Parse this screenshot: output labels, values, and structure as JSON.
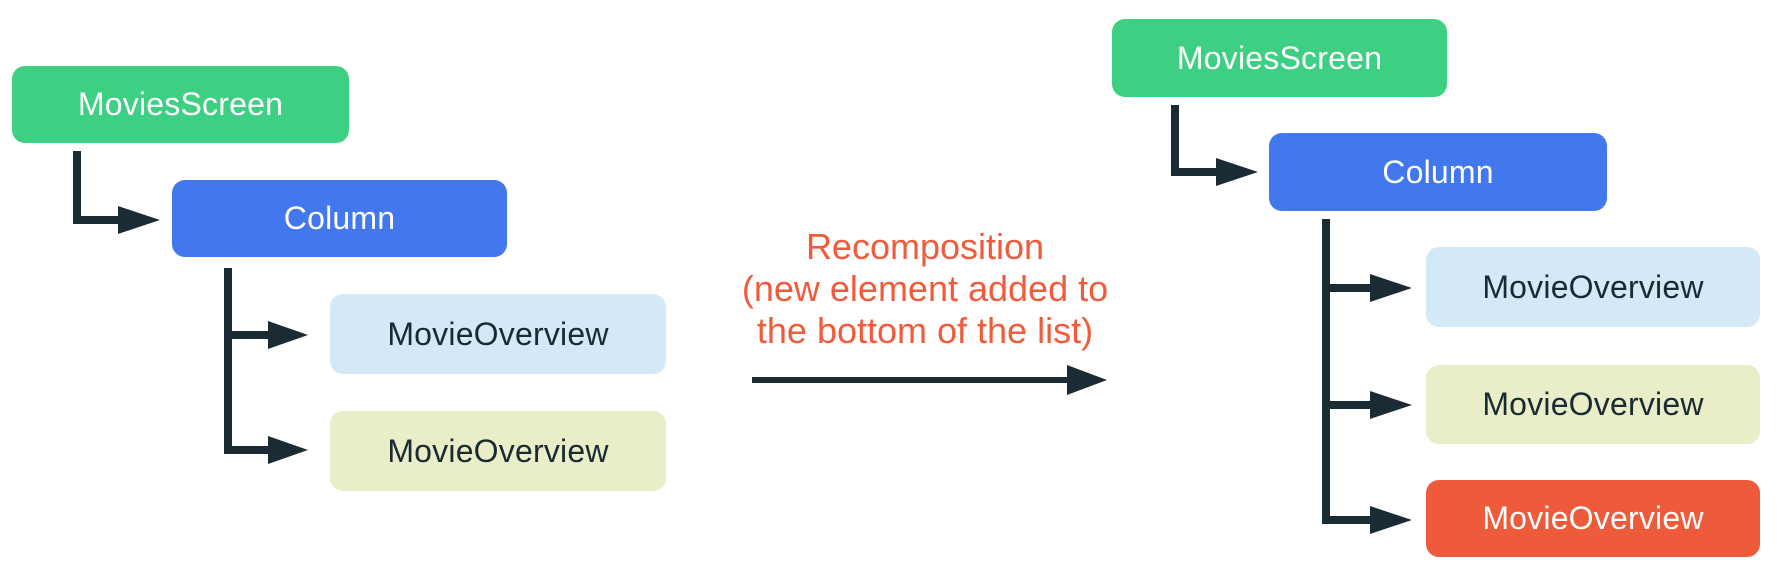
{
  "trees": {
    "before": {
      "name": "before-recomposition",
      "nodes": [
        {
          "label": "MoviesScreen",
          "color": "#3ed082",
          "text_color": "#ffffff"
        },
        {
          "label": "Column",
          "color": "#4377ee",
          "text_color": "#ffffff"
        },
        {
          "label": "MovieOverview",
          "color": "#d3e9f8",
          "text_color": "#1a2a33"
        },
        {
          "label": "MovieOverview",
          "color": "#e9eec8",
          "text_color": "#1a2a33"
        }
      ]
    },
    "after": {
      "name": "after-recomposition",
      "nodes": [
        {
          "label": "MoviesScreen",
          "color": "#3ed082",
          "text_color": "#ffffff"
        },
        {
          "label": "Column",
          "color": "#4377ee",
          "text_color": "#ffffff"
        },
        {
          "label": "MovieOverview",
          "color": "#d3e9f8",
          "text_color": "#1a2a33"
        },
        {
          "label": "MovieOverview",
          "color": "#e9eec8",
          "text_color": "#1a2a33"
        },
        {
          "label": "MovieOverview",
          "color": "#ee5b3b",
          "text_color": "#ffffff",
          "highlight": "new element"
        }
      ]
    }
  },
  "caption": {
    "lines": [
      "Recomposition",
      "(new element added to",
      "the bottom of the list)"
    ],
    "color": "#f05b3c"
  },
  "connector_color": "#1b2b33",
  "background": "#ffffff"
}
